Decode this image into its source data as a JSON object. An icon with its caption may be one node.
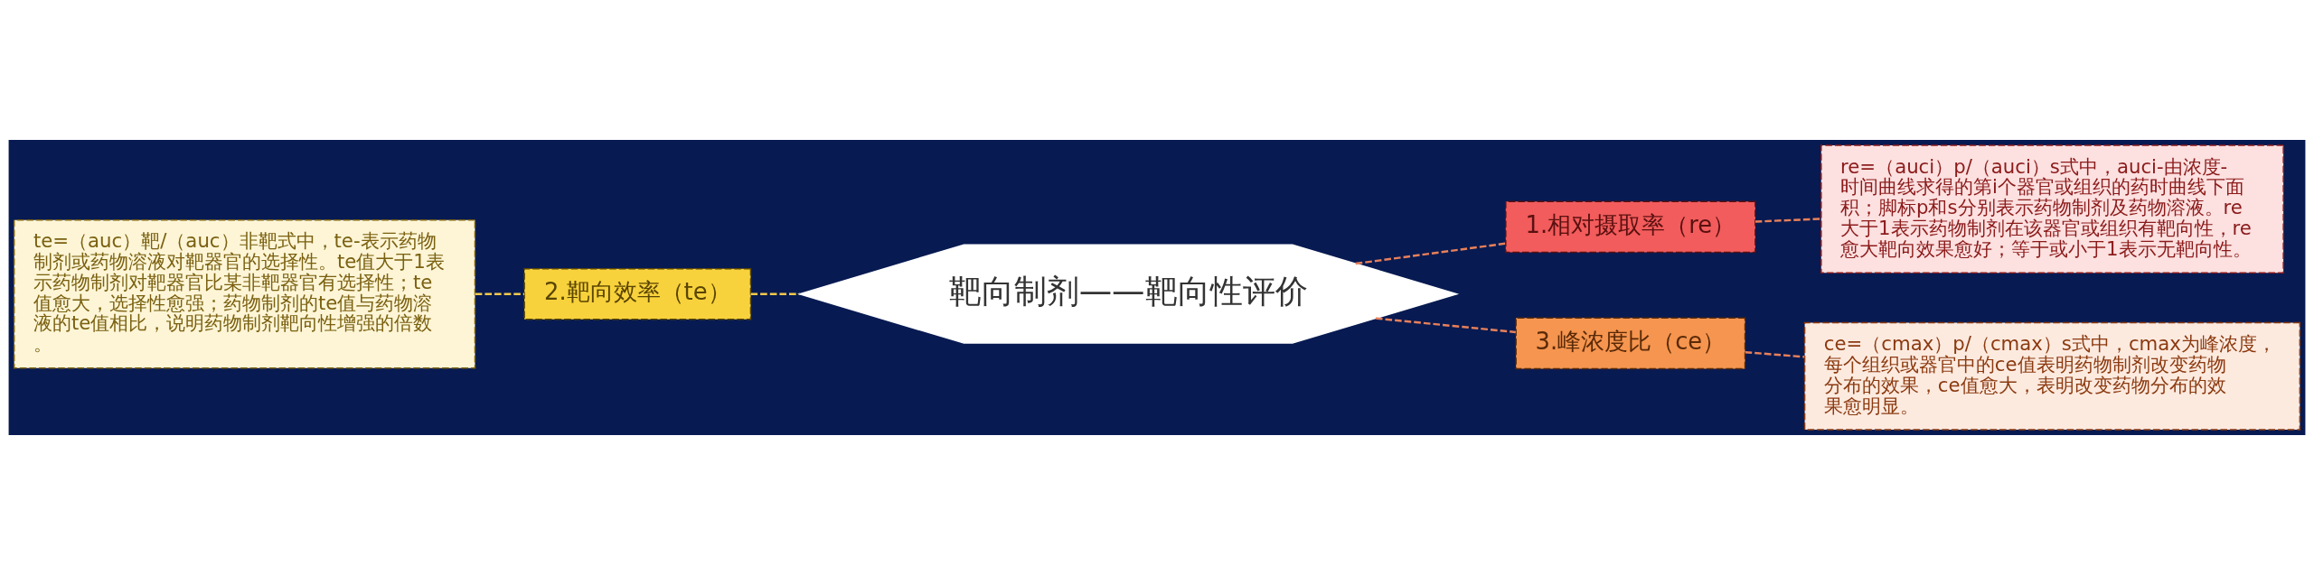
{
  "diagram": {
    "nodes": [
      {
        "text": [
          "靶向制剂——靶向性评价"
        ]
      },
      {
        "text": [
          "1.相对摄取率（re）"
        ]
      },
      {
        "text": [
          "re=（auci）p/（auci）s式中，auci-由浓度-时间曲线求得的第i个器官或组织的药时曲线下面积；脚标p和s分别表示药物制剂及药物溶液。re大于1表示药物制剂在该器官或组织有靶向性，re愈大靶向效果愈好；等于或小于1表示无靶向性。"
        ]
      },
      {
        "text": [
          "2.靶向效率（te）"
        ]
      },
      {
        "text": [
          "te=（auc）靶/（auc）非靶式中，te-表示药物制剂或药物溶液对靶器官的选择性。te值大于1表示药物制剂对靶器官比某非靶器官有选择性；te值愈大，选择性愈强；药物制剂的te值与药物溶液的te值相比，说明药物制剂靶向性增强的倍数。"
        ]
      },
      {
        "text": [
          "3.峰浓度比（ce）"
        ]
      },
      {
        "text": [
          "ce=（cmax）p/（cmax）s式中，cmax为峰浓度，每个组织或器官中的ce值表明药物制剂改变药物分布的效果，ce值愈大，表明改变药物分布的效果愈明显。"
        ]
      }
    ],
    "edges": [
      {
        "from": 0,
        "to": 1,
        "arrow": "none",
        "style": "dashed"
      },
      {
        "from": 1,
        "to": 2,
        "arrow": "none",
        "style": "dashed"
      },
      {
        "from": 0,
        "to": 3,
        "arrow": "none",
        "style": "dashed",
        "color": "#f2c94c"
      },
      {
        "from": 3,
        "to": 4,
        "arrow": "none",
        "style": "dashed",
        "color": "#f2c94c"
      },
      {
        "from": 0,
        "to": 5,
        "arrow": "none",
        "style": "dashed"
      },
      {
        "from": 5,
        "to": 6,
        "arrow": "none",
        "style": "dashed"
      }
    ]
  }
}
